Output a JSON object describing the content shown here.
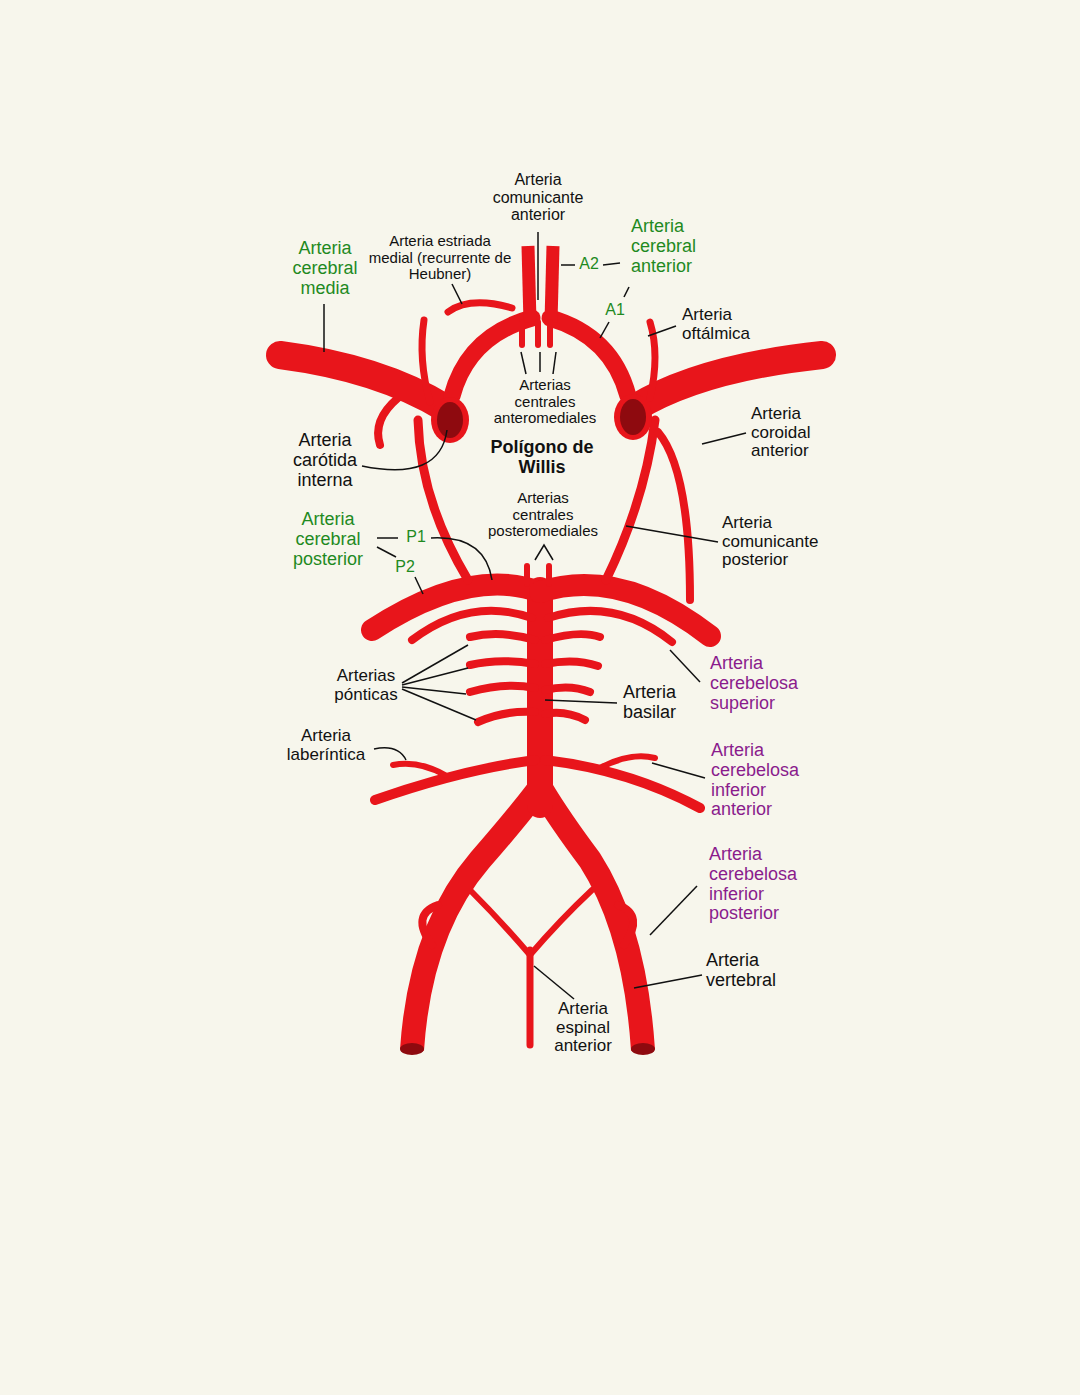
{
  "diagram": {
    "title": "Polígono de Willis",
    "labels": [
      "Arteria comunicante anterior",
      "Arteria estriada medial (recurrente de Heubner)",
      "Arteria cerebral media",
      "A2",
      "Arteria cerebral anterior",
      "A1",
      "Arteria oftálmica",
      "Arterias centrales anteromediales",
      "Arteria carótida interna",
      "Arteria coroidal anterior",
      "Arterias centrales posteromediales",
      "Arteria cerebral posterior",
      "P1",
      "P2",
      "Arteria comunicante posterior",
      "Arterias pónticas",
      "Arteria cerebelosa superior",
      "Arteria basilar",
      "Arteria laberíntica",
      "Arteria cerebelosa inferior anterior",
      "Arteria cerebelosa inferior posterior",
      "Arteria vertebral",
      "Arteria espinal anterior"
    ]
  }
}
